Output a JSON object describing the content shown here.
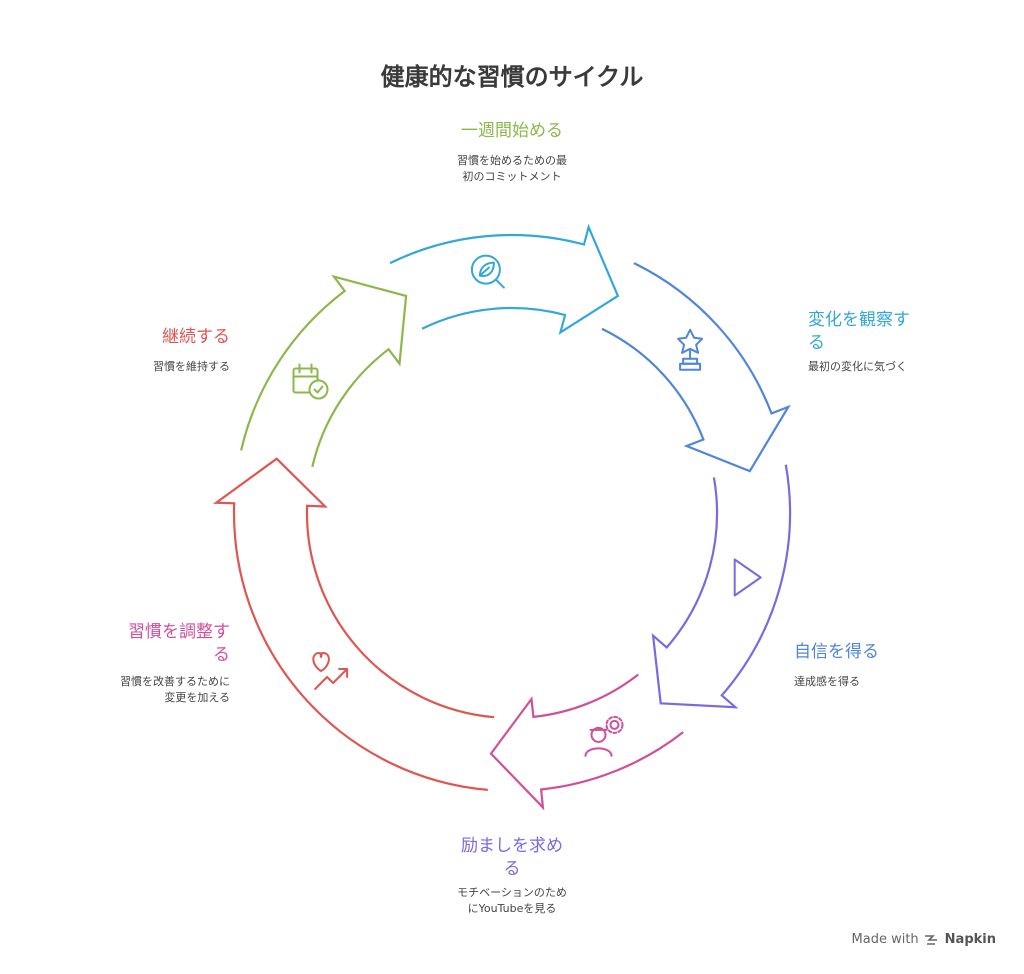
{
  "title": "健康的な習慣のサイクル",
  "stages": [
    {
      "id": "start",
      "title": "一週間始める",
      "desc": [
        "習慣を始めるための最",
        "初のコミットメント"
      ],
      "color": "#8bb84b",
      "icon": "calendar-check-icon"
    },
    {
      "id": "observe",
      "title": [
        "変化を観察す",
        "る"
      ],
      "desc": [
        "最初の変化に気づく"
      ],
      "color": "#33a7d8",
      "icon": "magnifier-leaf-icon"
    },
    {
      "id": "confidence",
      "title": "自信を得る",
      "desc": [
        "達成感を得る"
      ],
      "color": "#4f86d8",
      "icon": "trophy-icon"
    },
    {
      "id": "encourage",
      "title": [
        "励ましを求め",
        "る"
      ],
      "desc": [
        "モチベーションのため",
        "にYouTubeを見る"
      ],
      "color": "#7c68e0",
      "icon": "play-icon"
    },
    {
      "id": "adjust",
      "title": [
        "習慣を調整す",
        "る"
      ],
      "desc": [
        "習慣を改善するために",
        "変更を加える"
      ],
      "color": "#d14f9a",
      "icon": "person-gear-icon"
    },
    {
      "id": "continue",
      "title": "継続する",
      "desc": [
        "習慣を維持する"
      ],
      "color": "#df5552",
      "icon": "heart-trend-icon"
    }
  ],
  "footer": {
    "made_with": "Made with",
    "brand": "Napkin"
  }
}
